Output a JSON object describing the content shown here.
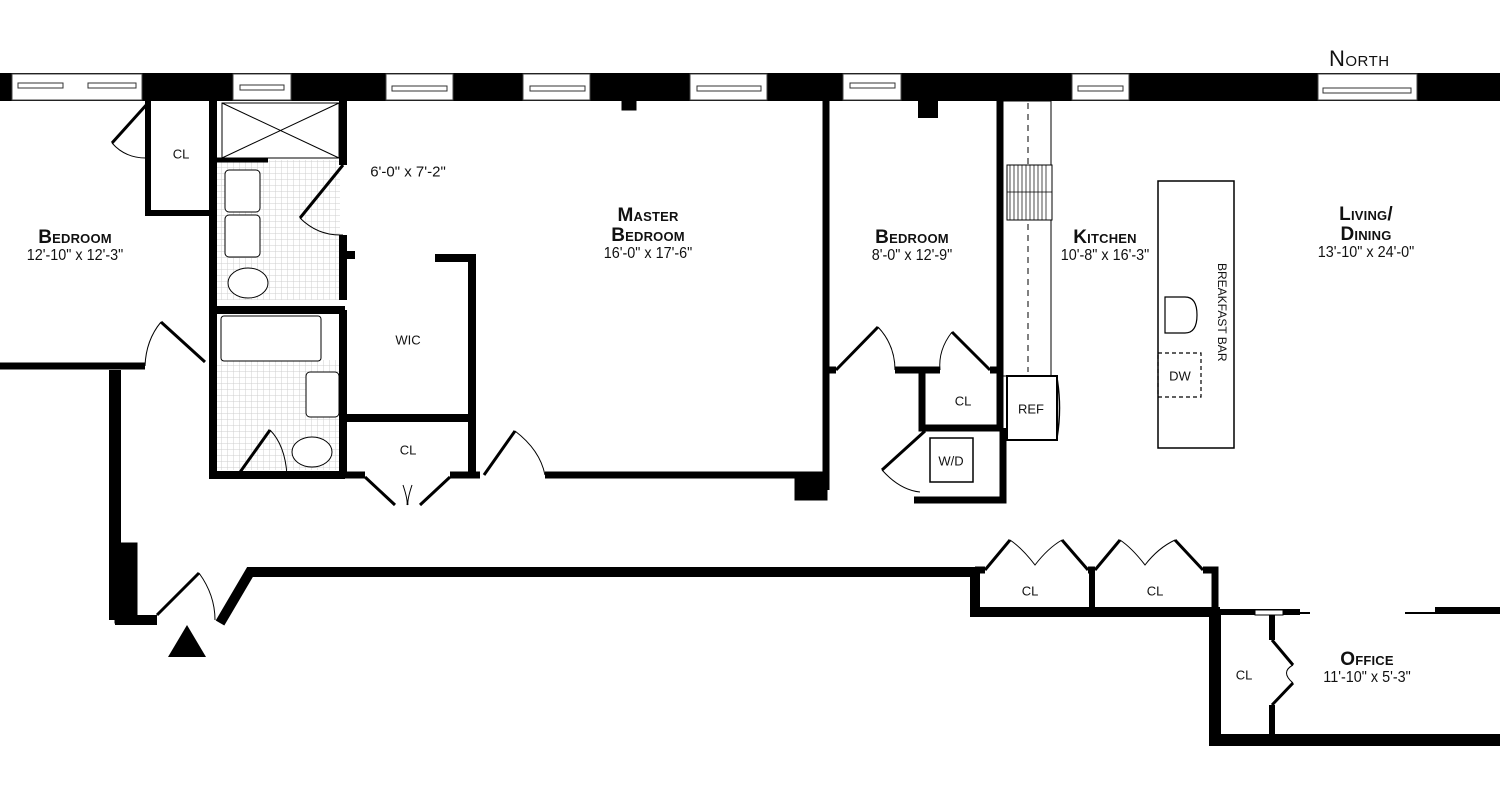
{
  "compass": {
    "label": "North"
  },
  "rooms": [
    {
      "id": "bedroom-1",
      "name": "Bedroom",
      "dims": "12'-10\" x 12'-3\""
    },
    {
      "id": "master-bedroom",
      "name_line1": "Master",
      "name_line2": "Bedroom",
      "dims": "16'-0\" x 17'-6\""
    },
    {
      "id": "bedroom-2",
      "name": "Bedroom",
      "dims": "8'-0\" x 12'-9\""
    },
    {
      "id": "kitchen",
      "name": "Kitchen",
      "dims": "10'-8\" x 16'-3\""
    },
    {
      "id": "living-dining",
      "name_line1": "Living/",
      "name_line2": "Dining",
      "dims": "13'-10\" x 24'-0\""
    },
    {
      "id": "office",
      "name": "Office",
      "dims": "11'-10\" x 5'-3\""
    }
  ],
  "bath": {
    "dims": "6'-0\" x 7'-2\""
  },
  "fixtures": {
    "closet": "CL",
    "walk_in_closet": "WIC",
    "refrigerator": "REF",
    "dishwasher": "DW",
    "washer_dryer": "W/D",
    "breakfast_bar": "BREAKFAST BAR"
  },
  "colors": {
    "wall": "#000000",
    "tile": "#d9d9d9",
    "window": "#ffffff"
  }
}
